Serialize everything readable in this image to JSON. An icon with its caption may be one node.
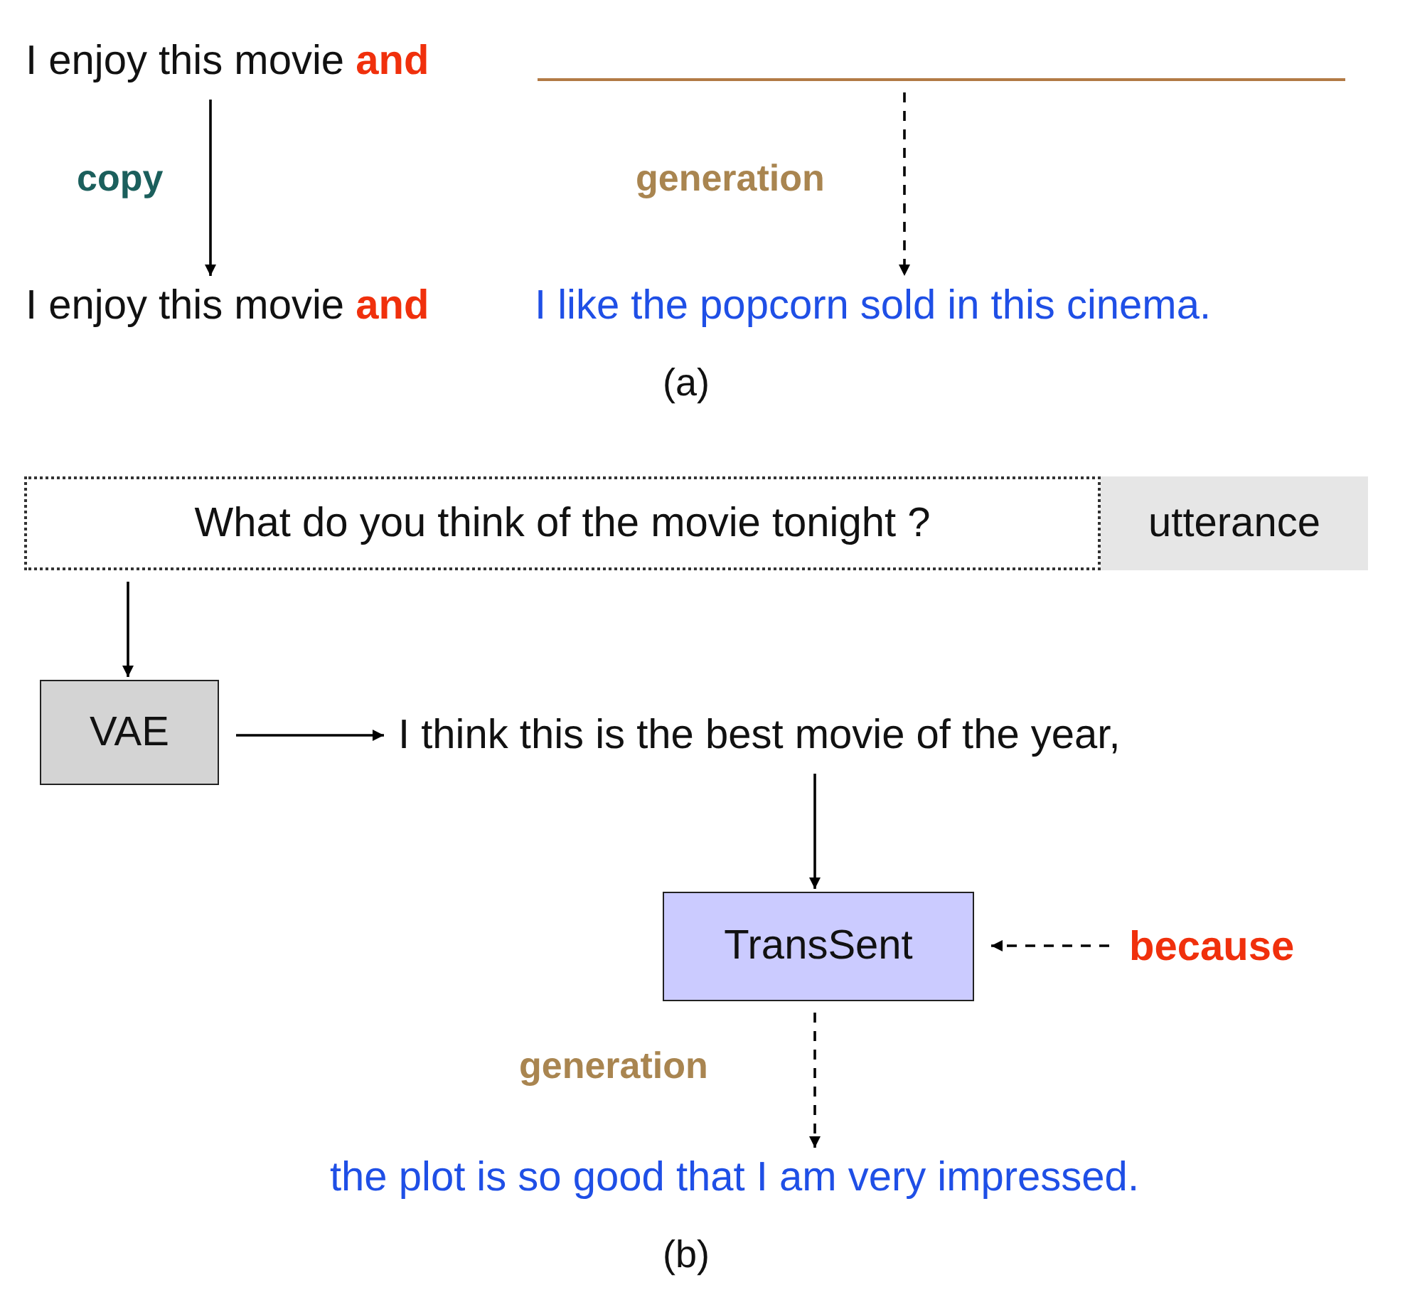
{
  "diagram": {
    "nodes": [
      {
        "text": [
          "I enjoy this movie **and**"
        ]
      },
      {
        "text": [],
        "shape": "bar"
      },
      {
        "text": [
          "I enjoy this movie **and**"
        ]
      },
      {
        "text": [
          "I like the popcorn sold in this cinema."
        ]
      },
      {
        "text": [
          "What do you think of the movie tonight ?"
        ]
      },
      {
        "text": [
          "utterance"
        ]
      },
      {
        "text": [
          "VAE"
        ]
      },
      {
        "text": [
          "I think this is the best movie of the year,"
        ]
      },
      {
        "text": [
          "TransSent"
        ]
      },
      {
        "text": [
          "because"
        ]
      },
      {
        "text": [
          "the plot is so good that I am very impressed."
        ]
      }
    ],
    "edges": [
      {
        "from": 0,
        "to": 2,
        "arrow": "to",
        "label": "copy"
      },
      {
        "from": 1,
        "to": 3,
        "arrow": "to",
        "label": "generation",
        "style": "dashed"
      },
      {
        "from": 4,
        "to": 6,
        "arrow": "to"
      },
      {
        "from": 6,
        "to": 7,
        "arrow": "to"
      },
      {
        "from": 7,
        "to": 8,
        "arrow": "to"
      },
      {
        "from": 9,
        "to": 8,
        "arrow": "to",
        "style": "dashed"
      },
      {
        "from": 8,
        "to": 10,
        "arrow": "to",
        "label": "generation",
        "style": "dashed"
      }
    ],
    "labels": [
      "(a)",
      "(b)"
    ]
  }
}
